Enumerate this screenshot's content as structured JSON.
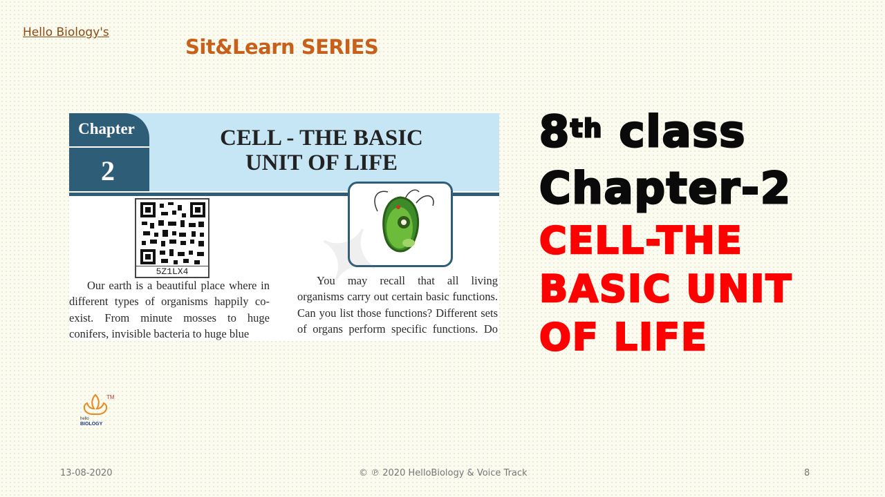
{
  "header": {
    "brand_link": "Hello Biology's",
    "series_title": "Sit&Learn SERIES"
  },
  "book_page": {
    "chapter_label": "Chapter",
    "chapter_number": "2",
    "title_line1": "CELL - THE BASIC",
    "title_line2": "UNIT OF LIFE",
    "qr_code_text": "5Z1LX4",
    "paragraph_left": "Our earth is a beautiful place where in different types of organisms happily co-exist. From minute mosses to huge conifers, invisible bacteria to huge blue",
    "paragraph_right": "You may recall that all living organisms carry out certain basic functions. Can you list those functions? Different sets of organs perform specific functions. Do you",
    "colors": {
      "banner": "#c6e6f6",
      "tab": "#2e5d78"
    }
  },
  "headline": {
    "line1_prefix": "8",
    "line1_sup": "th",
    "line1_suffix": " class",
    "line2": "Chapter-2",
    "line3": "CELL-THE",
    "line4": "BASIC UNIT",
    "line5": "OF LIFE",
    "colors": {
      "black": "#0a0a0a",
      "red": "#ff0000"
    }
  },
  "logo": {
    "icon": "fleur-de-lis-logo-icon",
    "tm": "TM",
    "text_top": "hello",
    "text_bottom": "BIOLOGY"
  },
  "footer": {
    "date": "13-08-2020",
    "copyright": "© ℗ 2020 HelloBiology & Voice Track",
    "page_number": "8"
  }
}
